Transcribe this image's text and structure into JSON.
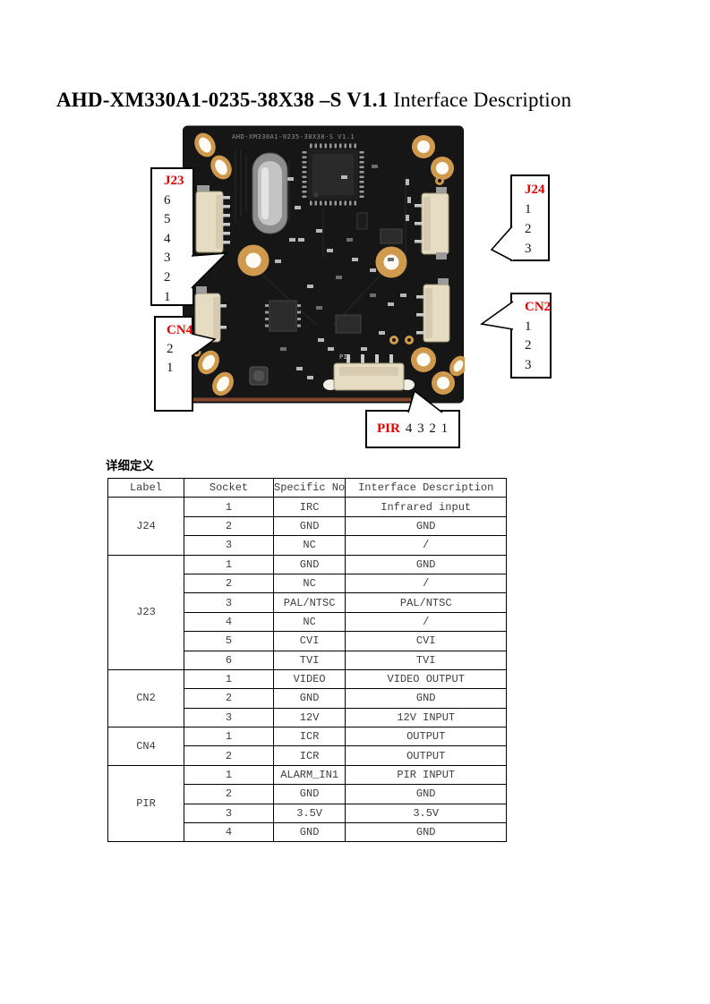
{
  "title": {
    "bold": "AHD-XM330A1-0235-38X38 –S V1.1",
    "regular": " Interface Description"
  },
  "pcb": {
    "silkscreen_title": "AHD-XM330A1-0235-38X38-S V1.1",
    "silkscreen_pir": "PIR"
  },
  "callouts": {
    "j23": {
      "label": "J23",
      "pins": [
        "6",
        "5",
        "4",
        "3",
        "2",
        "1"
      ]
    },
    "cn4": {
      "label": "CN4",
      "pins": [
        "2",
        "1"
      ]
    },
    "j24": {
      "label": "J24",
      "pins": [
        "1",
        "2",
        "3"
      ]
    },
    "cn2": {
      "label": "CN2",
      "pins": [
        "1",
        "2",
        "3"
      ]
    },
    "pir": {
      "label": "PIR",
      "pins": "4 3 2 1"
    }
  },
  "section_heading": "详细定义",
  "table": {
    "headers": [
      "Label",
      "Socket",
      "Specific No",
      "Interface Description"
    ],
    "groups": [
      {
        "label": "J24",
        "rows": [
          [
            "1",
            "IRC",
            "Infrared input"
          ],
          [
            "2",
            "GND",
            "GND"
          ],
          [
            "3",
            "NC",
            "/"
          ]
        ]
      },
      {
        "label": "J23",
        "rows": [
          [
            "1",
            "GND",
            "GND"
          ],
          [
            "2",
            "NC",
            "/"
          ],
          [
            "3",
            "PAL/NTSC",
            "PAL/NTSC"
          ],
          [
            "4",
            "NC",
            "/"
          ],
          [
            "5",
            "CVI",
            "CVI"
          ],
          [
            "6",
            "TVI",
            "TVI"
          ]
        ]
      },
      {
        "label": "CN2",
        "rows": [
          [
            "1",
            "VIDEO",
            "VIDEO OUTPUT"
          ],
          [
            "2",
            "GND",
            "GND"
          ],
          [
            "3",
            "12V",
            "12V INPUT"
          ]
        ]
      },
      {
        "label": "CN4",
        "rows": [
          [
            "1",
            "ICR",
            "OUTPUT"
          ],
          [
            "2",
            "ICR",
            "OUTPUT"
          ]
        ]
      },
      {
        "label": "PIR",
        "rows": [
          [
            "1",
            "ALARM_IN1",
            "PIR INPUT"
          ],
          [
            "2",
            "GND",
            "GND"
          ],
          [
            "3",
            "3.5V",
            "3.5V"
          ],
          [
            "4",
            "GND",
            "GND"
          ]
        ]
      }
    ]
  },
  "colors": {
    "accent_red": "#e60000",
    "board_black": "#161616",
    "pad_gold": "#cf9a4e",
    "connector_cream": "#e6dcc4"
  }
}
